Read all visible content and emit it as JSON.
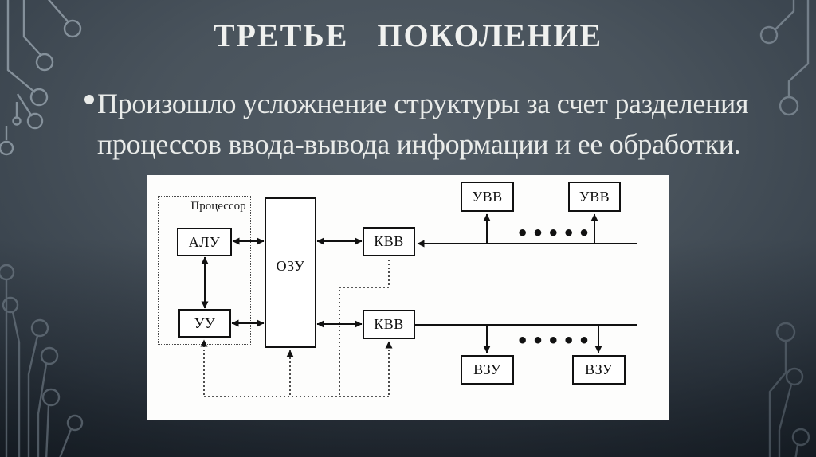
{
  "slide": {
    "title_words": [
      "ТРЕТЬЕ",
      "ПОКОЛЕНИЕ"
    ],
    "bullet": {
      "line1": "Произошло усложнение структуры за счет разделения",
      "line2": "процессов ввода-вывода информации и ее обработки."
    }
  },
  "diagram": {
    "processor_group_label": "Процессор",
    "blocks": {
      "alu": "АЛУ",
      "uu": "УУ",
      "ozu": "ОЗУ",
      "kvv_top": "КВВ",
      "kvv_bottom": "КВВ",
      "uvv_1": "УВВ",
      "uvv_2": "УВВ",
      "vzu_1": "ВЗУ",
      "vzu_2": "ВЗУ"
    },
    "ellipsis": "•••••"
  },
  "colors": {
    "slide_text": "#edeeec",
    "background_center": "#4d5760",
    "background_edge": "#10161d",
    "circuit_trace": "#97a3ad",
    "diagram_panel": "#fdfdfc",
    "diagram_ink": "#111111"
  }
}
